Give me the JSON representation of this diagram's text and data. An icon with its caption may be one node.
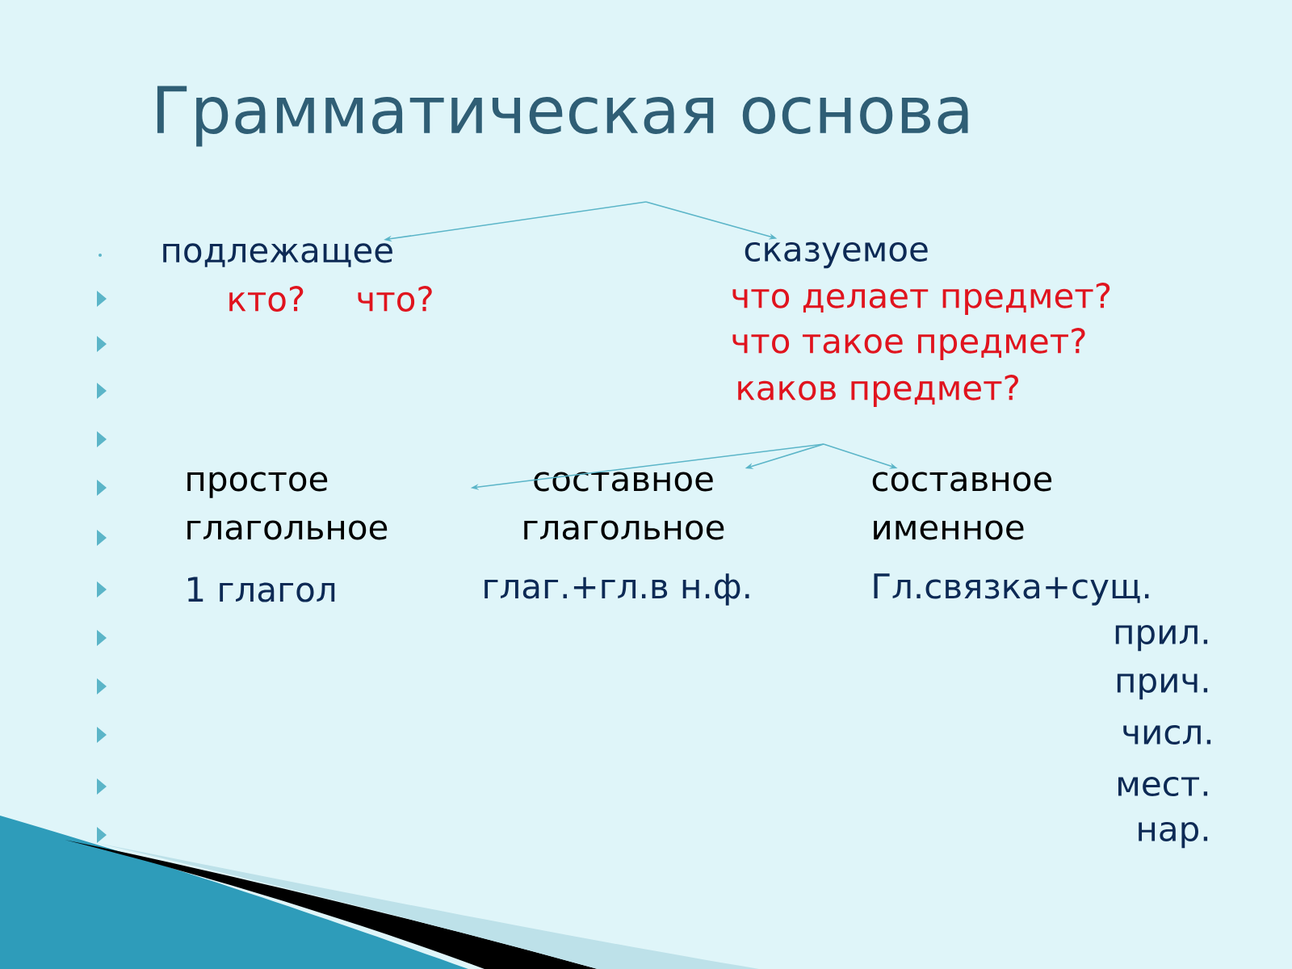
{
  "diagram": {
    "title": "Грамматическая основа",
    "nodes": [
      {
        "text": [
          "подлежащее"
        ]
      },
      {
        "text": [
          "сказуемое"
        ]
      },
      {
        "text": [
          "простое глагольное"
        ]
      },
      {
        "text": [
          "составное глагольное"
        ]
      },
      {
        "text": [
          "составное именное"
        ]
      }
    ],
    "edges": [
      {
        "from": null,
        "to": 0,
        "arrow": "to"
      },
      {
        "from": null,
        "to": 1,
        "arrow": "to"
      },
      {
        "from": null,
        "to": 2,
        "arrow": "to"
      },
      {
        "from": null,
        "to": 3,
        "arrow": "to"
      },
      {
        "from": null,
        "to": 4,
        "arrow": "to"
      }
    ],
    "labels": [
      "кто?",
      "что?",
      "что делает предмет?",
      "что такое предмет?",
      "каков предмет?",
      "1 глагол",
      "глаг.+гл.в н.ф.",
      "Гл.связка+сущ.",
      "прил.",
      "прич.",
      "числ.",
      "мест.",
      "нар."
    ]
  }
}
